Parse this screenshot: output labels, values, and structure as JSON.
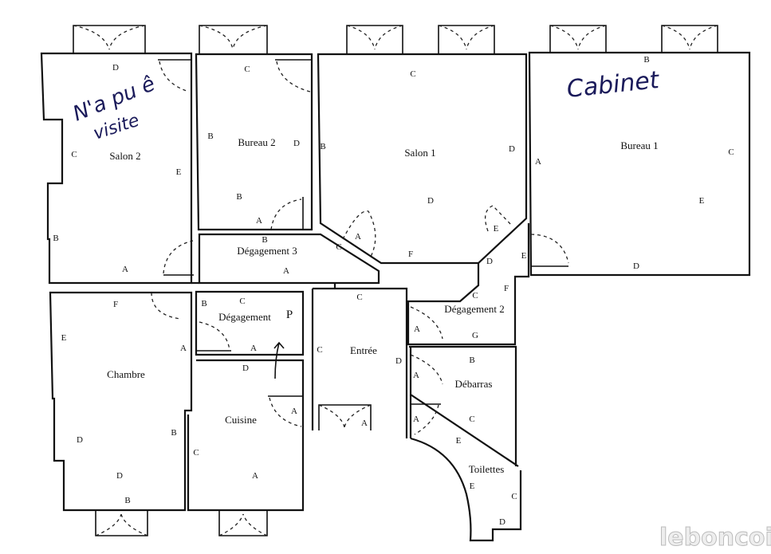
{
  "rooms": {
    "salon2": "Salon 2",
    "bureau2": "Bureau 2",
    "salon1": "Salon 1",
    "bureau1": "Bureau 1",
    "degagement3": "Dégagement 3",
    "degagement2": "Dégagement 2",
    "degagement": "Dégagement",
    "chambre": "Chambre",
    "cuisine": "Cuisine",
    "entree": "Entrée",
    "debarras": "Débarras",
    "toilettes": "Toilettes"
  },
  "wall_letters": [
    "D",
    "C",
    "E",
    "B",
    "A",
    "C",
    "B",
    "D",
    "A",
    "B",
    "A",
    "C",
    "B",
    "D",
    "A",
    "F",
    "E",
    "D",
    "B",
    "A",
    "C",
    "D",
    "E",
    "F",
    "C",
    "A",
    "G",
    "F",
    "E",
    "B",
    "A",
    "D",
    "B",
    "C",
    "A",
    "E",
    "C",
    "E",
    "C",
    "D",
    "B",
    "C",
    "D",
    "A",
    "C",
    "B",
    "D",
    "C",
    "P",
    "A",
    "D",
    "A",
    "A",
    "E",
    "B",
    "C",
    "D",
    "A"
  ],
  "annotations": {
    "handwritten_left_1": "N'a pu ê",
    "handwritten_left_2": "visite",
    "handwritten_right": "Cabinet"
  },
  "watermark": "leboncoin"
}
